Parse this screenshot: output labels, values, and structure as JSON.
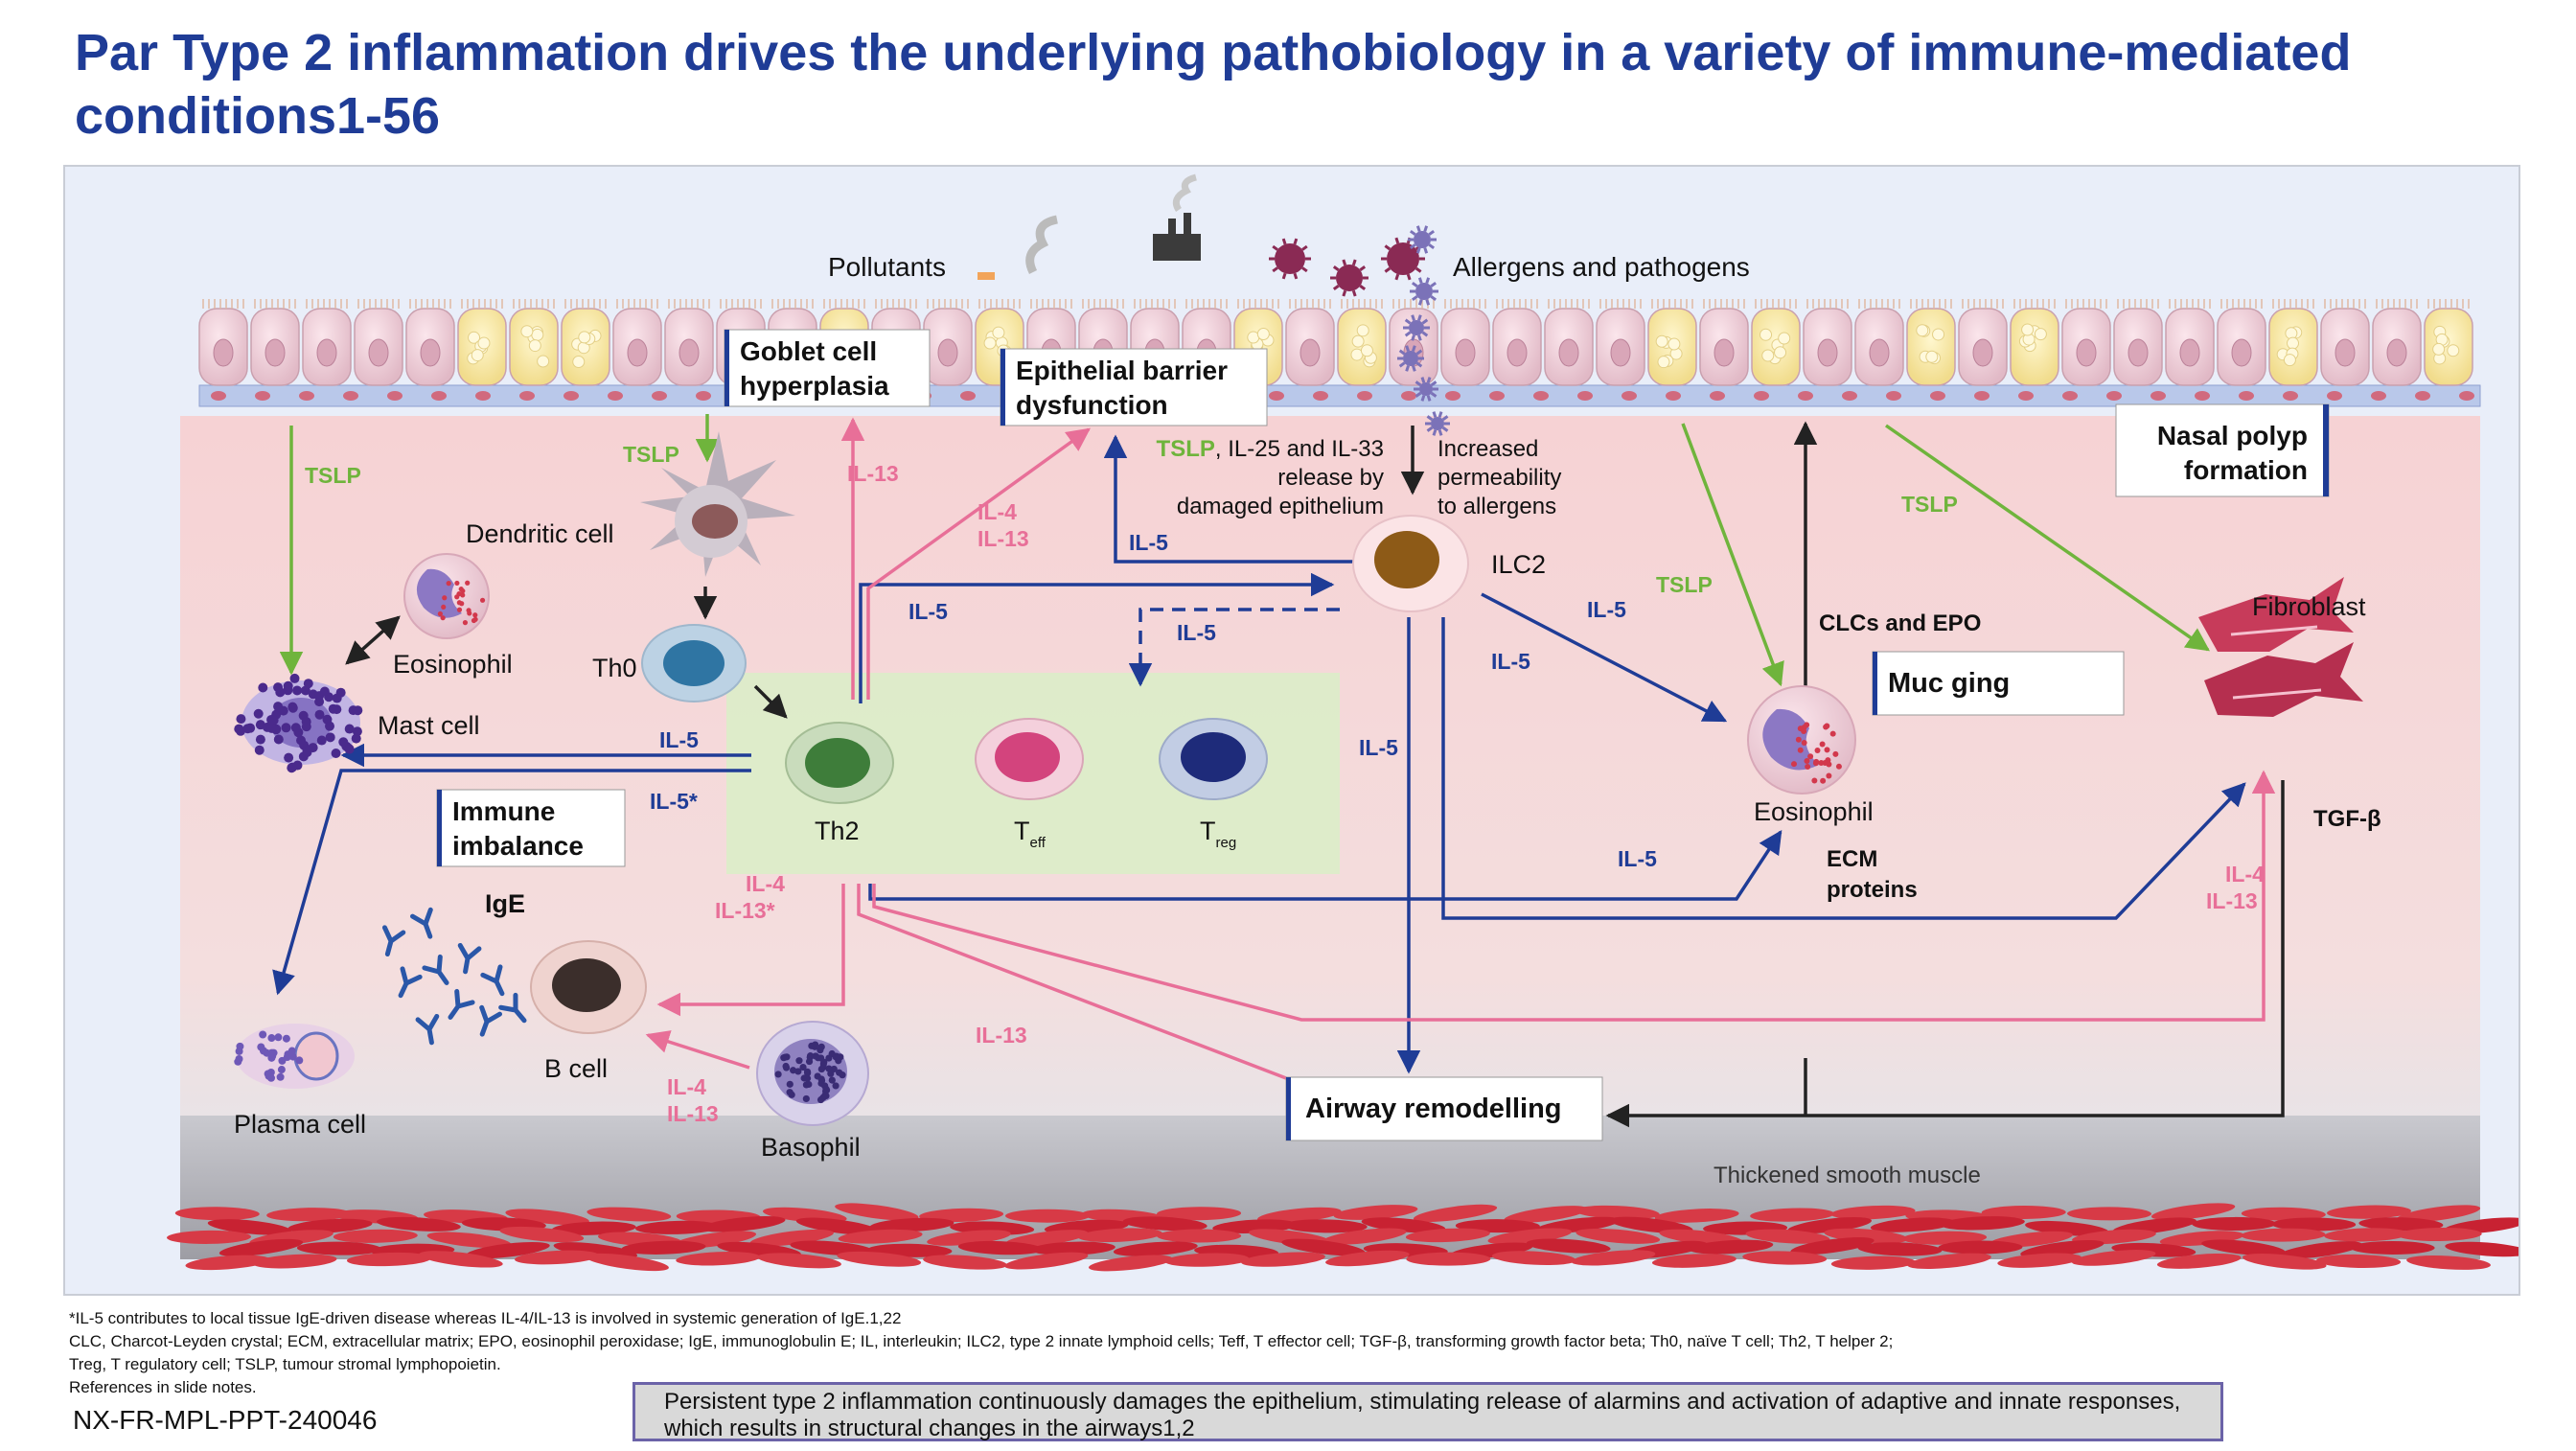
{
  "title": "Par Type 2 inflammation drives the underlying pathobiology in a variety of immune-mediated conditions1-56",
  "triggers": {
    "pollutants": "Pollutants",
    "allergens": "Allergens and pathogens"
  },
  "boxes": {
    "goblet_1": "Goblet cell",
    "goblet_2": "hyperplasia",
    "epithelial_1": "Epithelial barrier",
    "epithelial_2": "dysfunction",
    "nasal_1": "Nasal polyp",
    "nasal_2": "formation",
    "immune_1": "Immune",
    "immune_2": "imbalance",
    "mucus": "Muc ging",
    "airway": "Airway remodelling"
  },
  "cells": {
    "dendritic": "Dendritic cell",
    "eosinophil_left": "Eosinophil",
    "mast": "Mast cell",
    "th0": "Th0",
    "th2": "Th2",
    "teff_main": "T",
    "teff_sub": "eff",
    "treg_main": "T",
    "treg_sub": "reg",
    "ilc2": "ILC2",
    "eosinophil_right": "Eosinophil",
    "fibroblast": "Fibroblast",
    "ige": "IgE",
    "bcell": "B cell",
    "plasma": "Plasma cell",
    "basophil": "Basophil"
  },
  "annotations": {
    "release_1": "TSLP, IL-25 and IL-33",
    "release_2": "release by",
    "release_3": "damaged epithelium",
    "perm_1": "Increased",
    "perm_2": "permeability",
    "perm_3": "to allergens",
    "clcs": "CLCs and EPO",
    "ecm_1": "ECM",
    "ecm_2": "proteins",
    "tgfb": "TGF-β",
    "muscle": "Thickened smooth muscle"
  },
  "mediators": {
    "tslp": "TSLP",
    "il5": "IL-5",
    "il5_star": "IL-5*",
    "il13": "IL-13",
    "il4": "IL-4",
    "il13_star": "IL-13*"
  },
  "footnotes": {
    "line1": "*IL-5 contributes to local tissue IgE-driven disease whereas IL-4/IL-13 is involved in systemic generation of IgE.1,22",
    "line2": "CLC, Charcot-Leyden crystal; ECM, extracellular matrix; EPO, eosinophil peroxidase; IgE, immunoglobulin E; IL, interleukin; ILC2, type 2 innate lymphoid cells; Teff, T effector cell; TGF-β, transforming growth factor beta; Th0, naïve T cell; Th2, T helper 2;",
    "line3": "Treg, T regulatory cell; TSLP, tumour stromal lymphopoietin.",
    "line4": "References in slide notes."
  },
  "document_code": "NX-FR-MPL-PPT-240046",
  "summary": "Persistent type 2 inflammation continuously damages the epithelium, stimulating release of alarmins and activation of adaptive and innate responses, which results in structural changes in the airways1,2",
  "colors": {
    "title": "#1f3c96",
    "il5_blue": "#1f3c96",
    "il13_pink": "#e86f98",
    "tslp_green": "#6fb43c",
    "tissue": "#f7d9da",
    "muscle": "#c82232"
  }
}
